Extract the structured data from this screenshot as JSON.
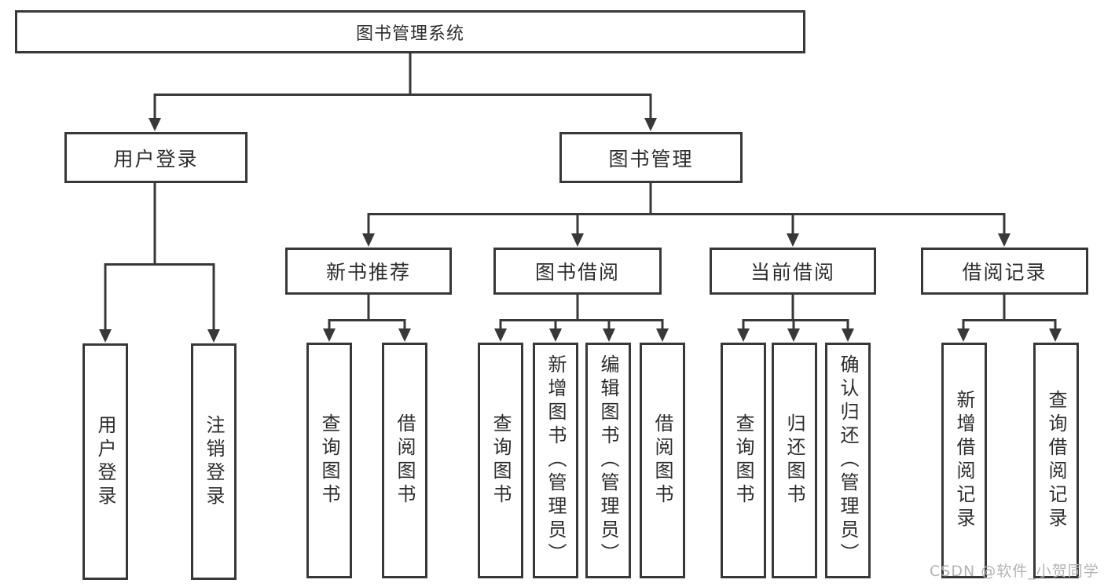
{
  "diagram": {
    "root": {
      "label": "图书管理系统"
    },
    "level2": [
      {
        "label": "用户登录",
        "children": [
          {
            "label": "用户登录"
          },
          {
            "label": "注销登录"
          }
        ]
      },
      {
        "label": "图书管理",
        "children": [
          {
            "label": "新书推荐",
            "children": [
              {
                "label": "查询图书"
              },
              {
                "label": "借阅图书"
              }
            ]
          },
          {
            "label": "图书借阅",
            "children": [
              {
                "label": "查询图书"
              },
              {
                "label": "新增图书（管理员）"
              },
              {
                "label": "编辑图书（管理员）"
              },
              {
                "label": "借阅图书"
              }
            ]
          },
          {
            "label": "当前借阅",
            "children": [
              {
                "label": "查询图书"
              },
              {
                "label": "归还图书"
              },
              {
                "label": "确认归还（管理员）"
              }
            ]
          },
          {
            "label": "借阅记录",
            "children": [
              {
                "label": "新增借阅记录"
              },
              {
                "label": "查询借阅记录"
              }
            ]
          }
        ]
      }
    ],
    "watermark": "CSDN @软件_小贺同学",
    "colors": {
      "border": "#383838",
      "line": "#383838",
      "text": "#2d2d2d",
      "watermark": "#b3b3b3",
      "background": "#ffffff"
    }
  }
}
